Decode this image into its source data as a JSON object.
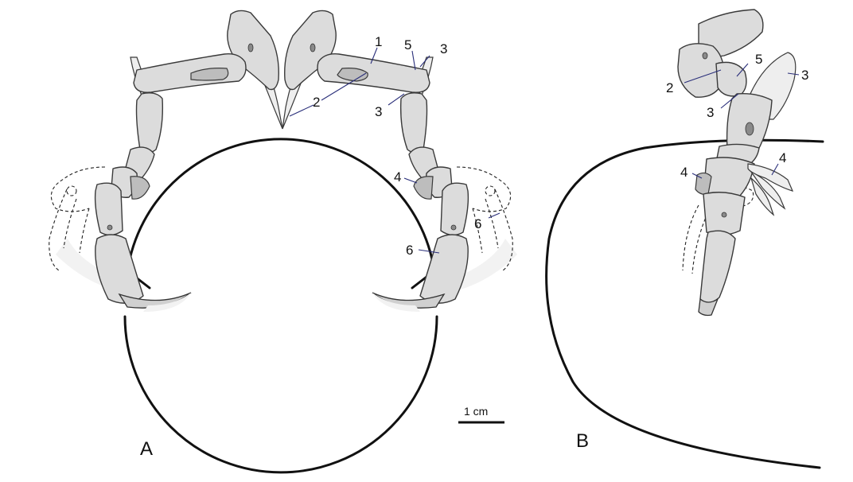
{
  "panels": [
    {
      "letter": "A"
    },
    {
      "letter": "B"
    }
  ],
  "labels_a": [
    {
      "text": "1"
    },
    {
      "text": "5"
    },
    {
      "text": "3"
    },
    {
      "text": "2"
    },
    {
      "text": "3"
    },
    {
      "text": "4"
    },
    {
      "text": "6"
    },
    {
      "text": "6"
    }
  ],
  "labels_b": [
    {
      "text": "5"
    },
    {
      "text": "3"
    },
    {
      "text": "2"
    },
    {
      "text": "3"
    },
    {
      "text": "4"
    },
    {
      "text": "4"
    }
  ],
  "scale_bar": {
    "label": "1 cm"
  },
  "colors": {
    "leader": "#2a2f7a",
    "bone": "#dcdcdc",
    "outline": "#111111"
  }
}
